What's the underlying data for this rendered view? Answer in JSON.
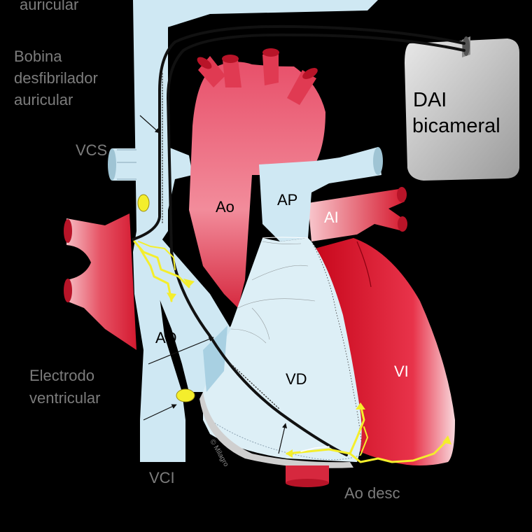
{
  "labels": {
    "auricular_top": "auricular",
    "bobina_line1": "Bobina",
    "bobina_line2": "desfibrilador",
    "bobina_line3": "auricular",
    "vcs": "VCS",
    "ao": "Ao",
    "ap": "AP",
    "ai": "AI",
    "ad": "AD",
    "vd": "VD",
    "vi": "VI",
    "electrodo_line1": "Electrodo",
    "electrodo_line2": "ventricular",
    "vci": "VCI",
    "ao_desc": "Ao desc",
    "dai_line1": "DAI",
    "dai_line2": "bicameral",
    "copyright": "© Milagro"
  },
  "colors": {
    "background": "#000000",
    "vein_blue": "#cfe8f3",
    "artery_red": "#e0263a",
    "ventricle_red": "#d40d22",
    "device_gray": "#c9c9c9",
    "lead_black": "#111111",
    "conduction_yellow": "#f4ee2c",
    "label_gray": "#7c7c7c"
  }
}
